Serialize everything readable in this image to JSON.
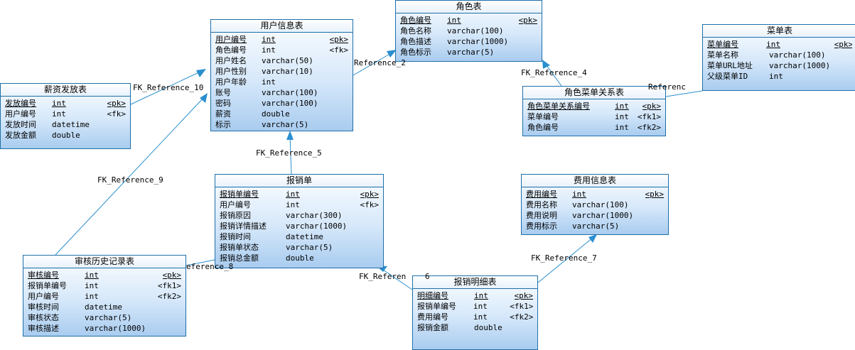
{
  "entities": [
    {
      "id": "user",
      "title": "用户信息表",
      "rows": [
        {
          "name": "用户编号",
          "type": "int",
          "key": "<pk>",
          "pk": true
        },
        {
          "name": "角色编号",
          "type": "int",
          "key": "<fk>"
        },
        {
          "name": "用户姓名",
          "type": "varchar(50)",
          "key": ""
        },
        {
          "name": "用户性别",
          "type": "varchar(10)",
          "key": ""
        },
        {
          "name": "用户年龄",
          "type": "int",
          "key": ""
        },
        {
          "name": "账号",
          "type": "varchar(100)",
          "key": ""
        },
        {
          "name": "密码",
          "type": "varchar(100)",
          "key": ""
        },
        {
          "name": "薪资",
          "type": "double",
          "key": ""
        },
        {
          "name": "标示",
          "type": "varchar(5)",
          "key": ""
        }
      ]
    },
    {
      "id": "role",
      "title": "角色表",
      "rows": [
        {
          "name": "角色编号",
          "type": "int",
          "key": "<pk>",
          "pk": true
        },
        {
          "name": "角色名称",
          "type": "varchar(100)",
          "key": ""
        },
        {
          "name": "角色描述",
          "type": "varchar(1000)",
          "key": ""
        },
        {
          "name": "角色标示",
          "type": "varchar(5)",
          "key": ""
        }
      ]
    },
    {
      "id": "menu",
      "title": "菜单表",
      "rows": [
        {
          "name": "菜单编号",
          "type": "int",
          "key": "<pk>",
          "pk": true
        },
        {
          "name": "菜单名称",
          "type": "varchar(100)",
          "key": ""
        },
        {
          "name": "菜单URL地址",
          "type": "varchar(1000)",
          "key": ""
        },
        {
          "name": "父级菜单ID",
          "type": "int",
          "key": ""
        }
      ]
    },
    {
      "id": "salary",
      "title": "薪资发放表",
      "rows": [
        {
          "name": "发放编号",
          "type": "int",
          "key": "<pk>",
          "pk": true
        },
        {
          "name": "用户编号",
          "type": "int",
          "key": "<fk>"
        },
        {
          "name": "发放时间",
          "type": "datetime",
          "key": ""
        },
        {
          "name": "发放金额",
          "type": "double",
          "key": ""
        }
      ]
    },
    {
      "id": "rolemenu",
      "title": "角色菜单关系表",
      "rows": [
        {
          "name": "角色菜单关系编号",
          "type": "int",
          "key": "<pk>",
          "pk": true
        },
        {
          "name": "菜单编号",
          "type": "int",
          "key": "<fk1>"
        },
        {
          "name": "角色编号",
          "type": "int",
          "key": "<fk2>"
        }
      ]
    },
    {
      "id": "expense",
      "title": "费用信息表",
      "rows": [
        {
          "name": "费用编号",
          "type": "int",
          "key": "<pk>",
          "pk": true
        },
        {
          "name": "费用名称",
          "type": "varchar(100)",
          "key": ""
        },
        {
          "name": "费用说明",
          "type": "varchar(1000)",
          "key": ""
        },
        {
          "name": "费用标示",
          "type": "varchar(5)",
          "key": ""
        }
      ]
    },
    {
      "id": "claim",
      "title": "报销单",
      "rows": [
        {
          "name": "报销单编号",
          "type": "int",
          "key": "<pk>",
          "pk": true
        },
        {
          "name": "用户编号",
          "type": "int",
          "key": "<fk>"
        },
        {
          "name": "报销原因",
          "type": "varchar(300)",
          "key": ""
        },
        {
          "name": "报销详情描述",
          "type": "varchar(1000)",
          "key": ""
        },
        {
          "name": "报销时间",
          "type": "datetime",
          "key": ""
        },
        {
          "name": "报销单状态",
          "type": "varchar(5)",
          "key": ""
        },
        {
          "name": "报销总金额",
          "type": "double",
          "key": ""
        }
      ]
    },
    {
      "id": "audit",
      "title": "审核历史记录表",
      "rows": [
        {
          "name": "审核编号",
          "type": "int",
          "key": "<pk>",
          "pk": true
        },
        {
          "name": "报销单编号",
          "type": "int",
          "key": "<fk1>"
        },
        {
          "name": "用户编号",
          "type": "int",
          "key": "<fk2>"
        },
        {
          "name": "审核时间",
          "type": "datetime",
          "key": ""
        },
        {
          "name": "审核状态",
          "type": "varchar(5)",
          "key": ""
        },
        {
          "name": "审核描述",
          "type": "varchar(1000)",
          "key": ""
        }
      ]
    },
    {
      "id": "detail",
      "title": "报销明细表",
      "rows": [
        {
          "name": "明细编号",
          "type": "int",
          "key": "<pk>",
          "pk": true
        },
        {
          "name": "报销单编号",
          "type": "int",
          "key": "<fk1>"
        },
        {
          "name": "费用编号",
          "type": "int",
          "key": "<fk2>"
        },
        {
          "name": "报销金额",
          "type": "double",
          "key": ""
        }
      ]
    }
  ],
  "references": [
    {
      "id": "r10",
      "label": "FK_Reference_10"
    },
    {
      "id": "r2",
      "label": "Reference_2"
    },
    {
      "id": "r4",
      "label": "FK_Reference_4"
    },
    {
      "id": "r3",
      "label": "Referenc"
    },
    {
      "id": "r5",
      "label": "FK_Reference_5"
    },
    {
      "id": "r9",
      "label": "FK_Reference_9"
    },
    {
      "id": "r8",
      "label": "eference_8"
    },
    {
      "id": "r6",
      "label": "FK_Referen"
    },
    {
      "id": "r6b",
      "label": "6"
    },
    {
      "id": "r7",
      "label": "FK_Reference_7"
    }
  ],
  "colors": {
    "border": "#1f6fa8",
    "link": "#2a8fcf",
    "fill_top": "#fbfdff",
    "fill_bottom": "#a9ccef"
  }
}
